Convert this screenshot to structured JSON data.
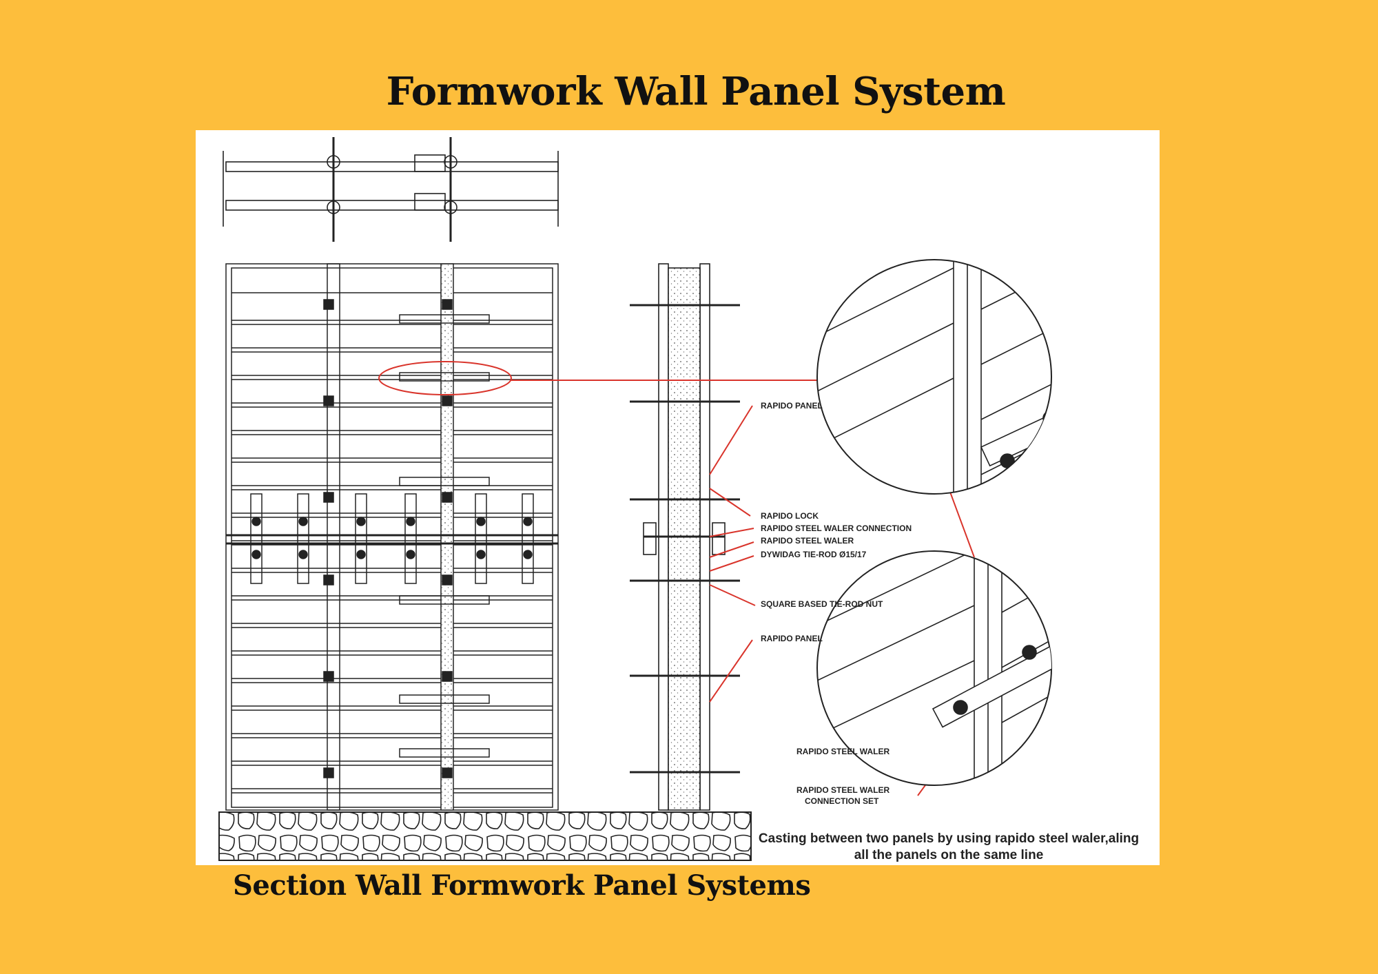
{
  "title": "Formwork Wall Panel System",
  "caption": "Section Wall Formwork Panel Systems",
  "drawing": {
    "labels": {
      "rapido_panel_top": "RAPIDO PANEL",
      "rapido_lock": "RAPIDO LOCK",
      "waler_connection": "RAPIDO STEEL WALER CONNECTION",
      "steel_waler": "RAPIDO STEEL WALER",
      "tie_rod": "DYWIDAG TIE-ROD Ø15/17",
      "tie_rod_nut": "SQUARE BASED TIE-ROD NUT",
      "rapido_panel_bottom": "RAPIDO PANEL",
      "detail_steel_waler": "RAPIDO STEEL WALER",
      "detail_connection_set_1": "RAPIDO STEEL WALER",
      "detail_connection_set_2": "CONNECTION SET"
    },
    "note_line_1": "Casting between two panels by using rapido steel waler,aling",
    "note_line_2": "all the panels on the same line"
  },
  "colors": {
    "background": "#FDBE3C",
    "highlight": "#D9342B",
    "line": "#222222"
  }
}
